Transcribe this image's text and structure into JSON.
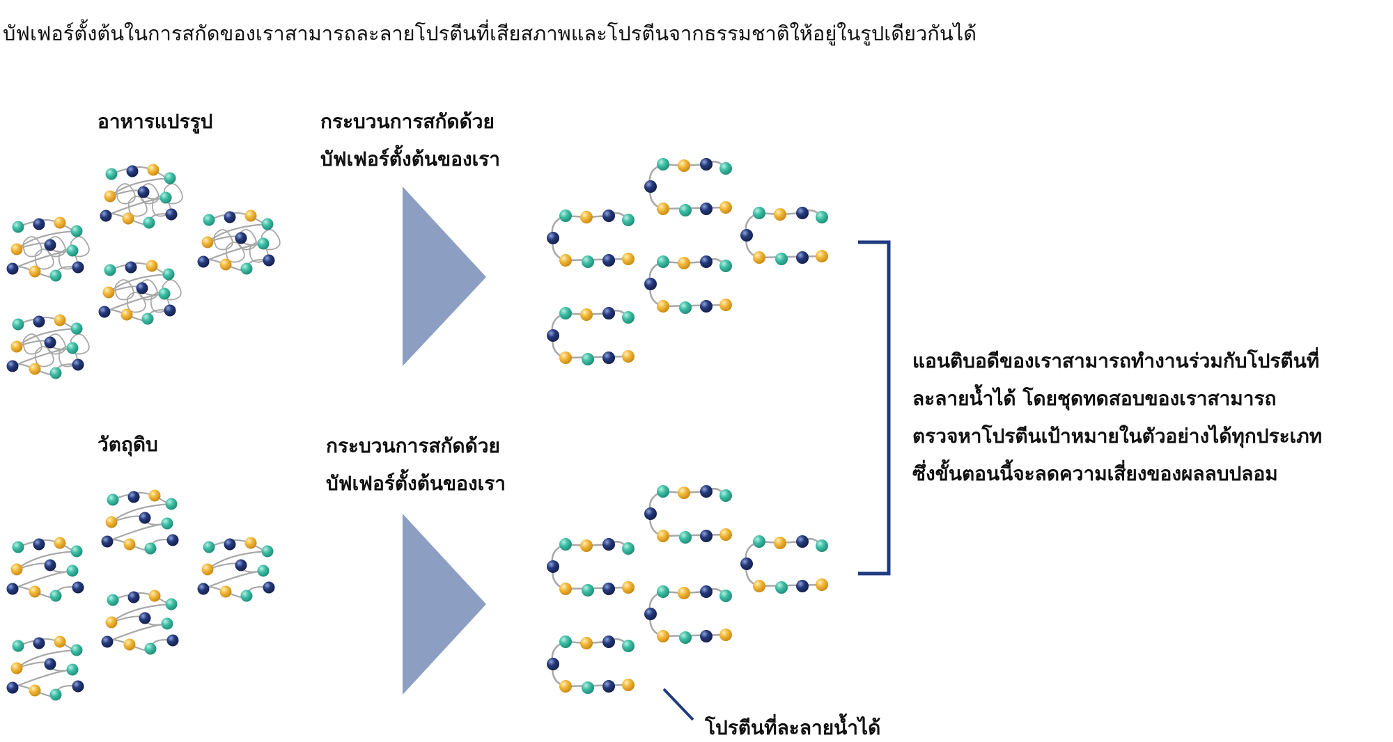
{
  "caption": "บัฟเฟอร์ตั้งต้นในการสกัดของเราสามารถละลายโปรตีนที่เสียสภาพและโปรตีนจากธรรมชาติให้อยู่ในรูปเดียวกันได้",
  "labels": {
    "processed_food": "อาหารแปรรูป",
    "raw_material": "วัตถุดิบ",
    "extraction_top": [
      "กระบวนการสกัดด้วย",
      "บัฟเฟอร์ตั้งต้นของเรา"
    ],
    "extraction_bottom": [
      "กระบวนการสกัดด้วย",
      "บัฟเฟอร์ตั้งต้นของเรา"
    ],
    "soluble_protein": "โปรตีนที่ละลายน้ำได้",
    "antibody_note": [
      "แอนติบอดีของเราสามารถทำงานร่วมกับโปรตีนที่",
      "ละลายน้ำได้ โดยชุดทดสอบของเราสามารถ",
      "ตรวจหาโปรตีนเป้าหมายในตัวอย่างได้ทุกประเภท",
      "ซึ่งขั้นตอนนี้จะลดความเสี่ยงของผลลบปลอม"
    ]
  },
  "colors": {
    "teal_bead": "#3fbfa6",
    "yellow_bead": "#f2b83a",
    "navy_bead": "#253a7d",
    "strand": "#a8a8a8",
    "arrow": "#8c9ec2",
    "bracket": "#1f3b80"
  }
}
